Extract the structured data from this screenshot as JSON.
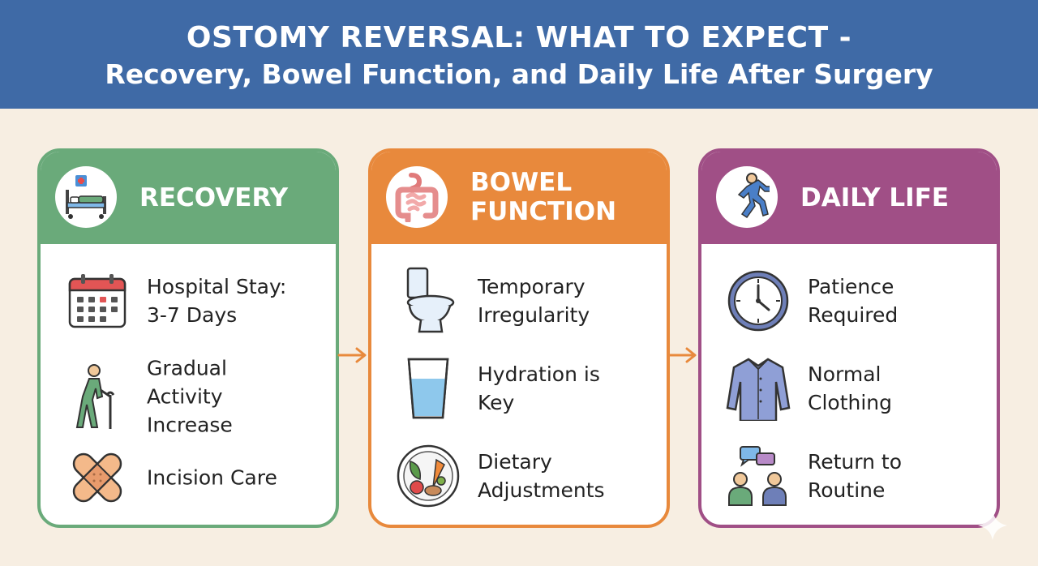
{
  "header": {
    "line1": "OSTOMY REVERSAL: WHAT TO EXPECT -",
    "line2": "Recovery, Bowel Function, and Daily Life After Surgery"
  },
  "colors": {
    "header_bg": "#3f6aa6",
    "recovery": "#6aaa7a",
    "bowel": "#e8893c",
    "daily": "#a04f86",
    "background": "#f7eee2"
  },
  "columns": [
    {
      "title": "RECOVERY",
      "icon": "hospital-bed-icon",
      "items": [
        {
          "icon": "calendar-icon",
          "lines": [
            "Hospital Stay:",
            "3-7 Days"
          ]
        },
        {
          "icon": "walking-cane-icon",
          "lines": [
            "Gradual",
            "Activity",
            "Increase"
          ]
        },
        {
          "icon": "bandage-icon",
          "lines": [
            "Incision Care"
          ]
        }
      ]
    },
    {
      "title_lines": [
        "BOWEL",
        "FUNCTION"
      ],
      "icon": "intestines-icon",
      "items": [
        {
          "icon": "toilet-icon",
          "lines": [
            "Temporary",
            "Irregularity"
          ]
        },
        {
          "icon": "water-glass-icon",
          "lines": [
            "Hydration is",
            "Key"
          ]
        },
        {
          "icon": "food-plate-icon",
          "lines": [
            "Dietary",
            "Adjustments"
          ]
        }
      ]
    },
    {
      "title": "DAILY LIFE",
      "icon": "running-person-icon",
      "items": [
        {
          "icon": "clock-icon",
          "lines": [
            "Patience",
            "Required"
          ]
        },
        {
          "icon": "shirt-icon",
          "lines": [
            "Normal",
            "Clothing"
          ]
        },
        {
          "icon": "conversation-icon",
          "lines": [
            "Return to",
            "Routine"
          ]
        }
      ]
    }
  ]
}
